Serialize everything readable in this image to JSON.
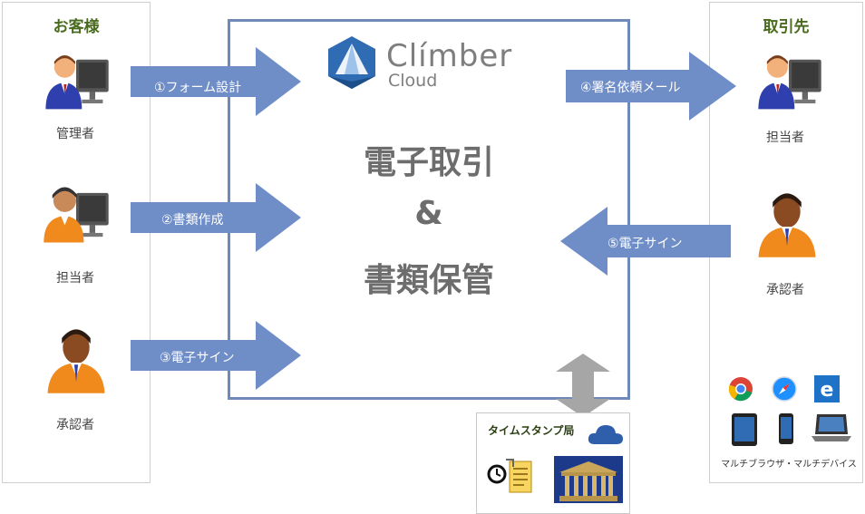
{
  "left_panel": {
    "title": "お客様",
    "roles": [
      "管理者",
      "担当者",
      "承認者"
    ]
  },
  "right_panel": {
    "title": "取引先",
    "roles": [
      "担当者",
      "承認者"
    ],
    "device_caption": "マルチブラウザ・マルチデバイス",
    "device_icons": [
      "chrome-icon",
      "safari-icon",
      "edge-icon",
      "tablet-icon",
      "phone-icon",
      "laptop-icon"
    ]
  },
  "steps": {
    "s1": "①フォーム設計",
    "s2": "②書類作成",
    "s3": "③電子サイン",
    "s4": "④署名依頼メール",
    "s5": "⑤電子サイン"
  },
  "center": {
    "brand_name": "Clímber",
    "brand_sub": "Cloud",
    "line1": "電子取引",
    "line2": "&",
    "line3": "書類保管"
  },
  "timestamp": {
    "title": "タイムスタンプ局"
  },
  "colors": {
    "arrow_blue": "#6f8ec7",
    "frame_blue": "#6f8ab8",
    "panel_title_green": "#4a6b1f",
    "connector_gray": "#a6a6a6",
    "logo_blue": "#2f6cb3"
  }
}
